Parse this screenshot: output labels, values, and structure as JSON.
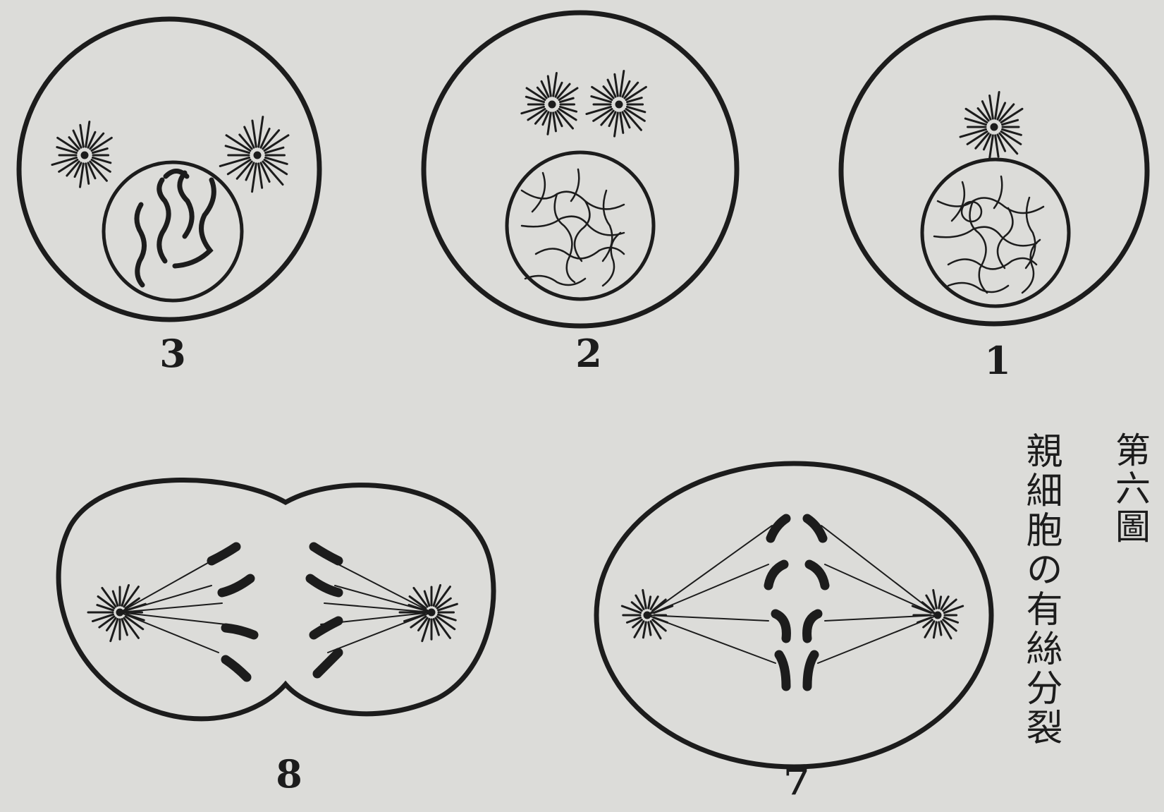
{
  "figure": {
    "caption_title": "第六圖",
    "caption_subtitle": "親細胞の有絲分裂",
    "stages": [
      {
        "label": "3",
        "phase": "chromosome-condensation"
      },
      {
        "label": "2",
        "phase": "centrosome-division"
      },
      {
        "label": "1",
        "phase": "resting-cell"
      },
      {
        "label": "8",
        "phase": "anaphase"
      },
      {
        "label": "7",
        "phase": "metaphase"
      }
    ]
  },
  "colors": {
    "ink": "#1c1c1c",
    "paper": "#dcdcd9"
  }
}
